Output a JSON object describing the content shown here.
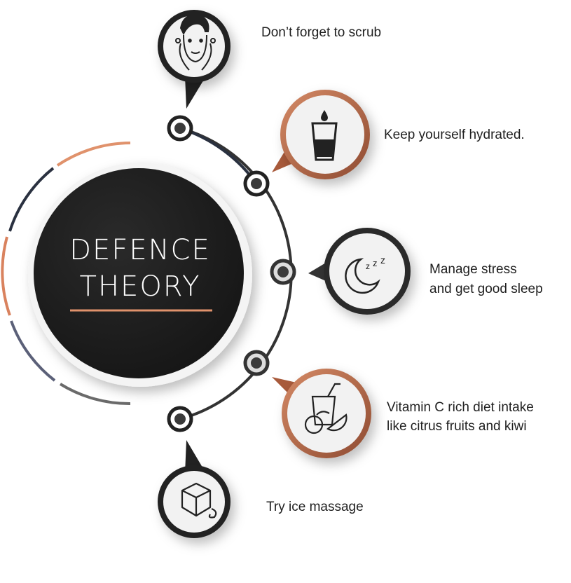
{
  "title": {
    "line1": "DEFENCE",
    "line2": "THEORY"
  },
  "colors": {
    "dark": "#2b2b2b",
    "copper": "#c0714f",
    "accent": "#e0926c",
    "navy": "#2a3140"
  },
  "tips": [
    {
      "icon": "face-scrub-icon",
      "lines": [
        "Don’t forget to scrub"
      ]
    },
    {
      "icon": "water-glass-icon",
      "lines": [
        "Keep yourself hydrated."
      ]
    },
    {
      "icon": "moon-sleep-icon",
      "lines": [
        "Manage stress",
        "and get good sleep"
      ]
    },
    {
      "icon": "fruit-juice-icon",
      "lines": [
        "Vitamin C rich diet intake",
        "like citrus fruits and kiwi"
      ]
    },
    {
      "icon": "ice-cube-icon",
      "lines": [
        "Try ice massage"
      ]
    }
  ]
}
